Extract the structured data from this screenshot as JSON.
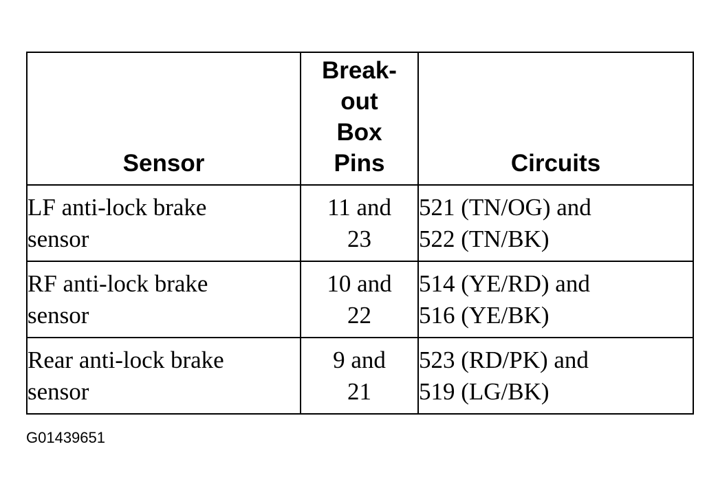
{
  "table": {
    "headers": {
      "sensor": "Sensor",
      "pins": [
        "Break-",
        "out",
        "Box",
        "Pins"
      ],
      "circuits": "Circuits"
    },
    "rows": [
      {
        "sensor": [
          "LF anti-lock brake",
          "sensor"
        ],
        "pins": [
          "11 and",
          "23"
        ],
        "circuits": [
          "521 (TN/OG) and",
          "522 (TN/BK)"
        ]
      },
      {
        "sensor": [
          "RF anti-lock brake",
          "sensor"
        ],
        "pins": [
          "10 and",
          "22"
        ],
        "circuits": [
          "514 (YE/RD) and",
          "516 (YE/BK)"
        ]
      },
      {
        "sensor": [
          "Rear anti-lock brake",
          "sensor"
        ],
        "pins": [
          "9 and",
          "21"
        ],
        "circuits": [
          "523 (RD/PK) and",
          "519 (LG/BK)"
        ]
      }
    ]
  },
  "figure_id": "G01439651"
}
